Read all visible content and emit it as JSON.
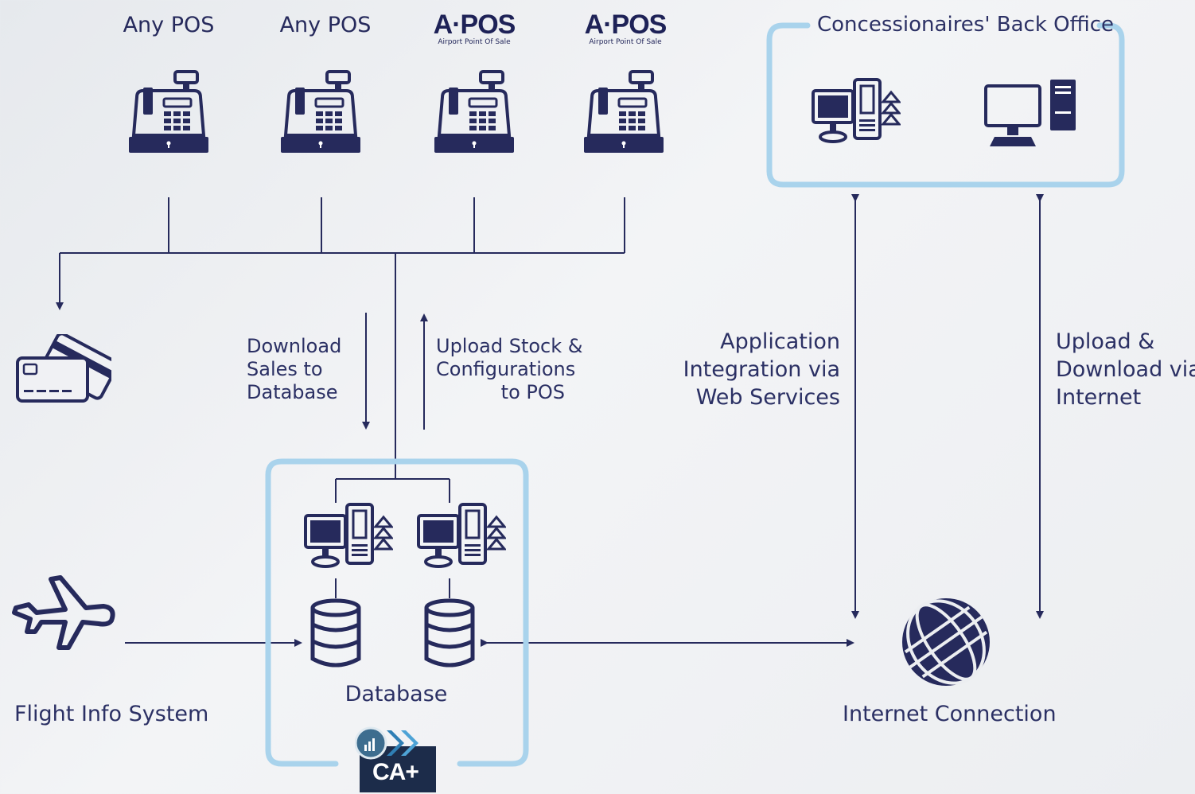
{
  "pos_terminals": [
    {
      "label": "Any POS",
      "kind": "generic"
    },
    {
      "label": "Any POS",
      "kind": "generic"
    },
    {
      "label": "A·POS",
      "subtitle": "Airport Point Of Sale",
      "kind": "apos"
    },
    {
      "label": "A·POS",
      "subtitle": "Airport Point Of Sale",
      "kind": "apos"
    }
  ],
  "back_office": {
    "title": "Concessionaires' Back Office"
  },
  "flows": {
    "download_sales": [
      "Download",
      "Sales to",
      "Database"
    ],
    "upload_stock": [
      "Upload Stock &",
      "Configurations",
      "to POS"
    ],
    "app_integration": [
      "Application",
      "Integration via",
      "Web Services"
    ],
    "upload_download": [
      "Upload &",
      "Download via",
      "Internet"
    ]
  },
  "database": {
    "label": "Database",
    "badge": "CA+"
  },
  "flight_info": {
    "label": "Flight Info System"
  },
  "internet": {
    "label": "Internet Connection"
  },
  "colors": {
    "navy": "#262a5c",
    "frame_blue": "#a9d3ec",
    "background": "#eceef1"
  }
}
